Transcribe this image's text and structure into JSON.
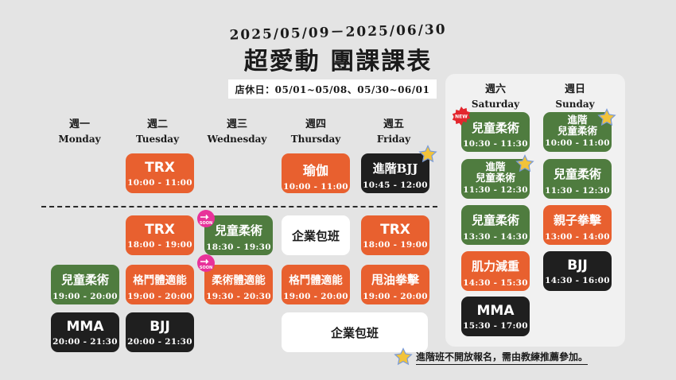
{
  "header": {
    "dates": "2025/05/09－2025/06/30",
    "title": "超愛動 團課課表",
    "closed_notice": "店休日：05/01~05/08、05/30~06/01"
  },
  "days": {
    "mon": {
      "zh": "週一",
      "en": "Monday"
    },
    "tue": {
      "zh": "週二",
      "en": "Tuesday"
    },
    "wed": {
      "zh": "週三",
      "en": "Wednesday"
    },
    "thu": {
      "zh": "週四",
      "en": "Thursday"
    },
    "fri": {
      "zh": "週五",
      "en": "Friday"
    },
    "sat": {
      "zh": "週六",
      "en": "Saturday"
    },
    "sun": {
      "zh": "週日",
      "en": "Sunday"
    }
  },
  "classes": {
    "tue_trx_am": {
      "name": "TRX",
      "time": "10:00 - 11:00"
    },
    "thu_yoga": {
      "name": "瑜伽",
      "time": "10:00 - 11:00"
    },
    "fri_adv_bjj": {
      "name": "進階BJJ",
      "time": "10:45 - 12:00"
    },
    "tue_trx_pm": {
      "name": "TRX",
      "time": "18:00 - 19:00"
    },
    "wed_kids_bjj": {
      "name": "兒童柔術",
      "time": "18:30 - 19:30"
    },
    "thu_corp_1": {
      "name": "企業包班"
    },
    "fri_trx": {
      "name": "TRX",
      "time": "18:00 - 19:00"
    },
    "mon_kids_bjj": {
      "name": "兒童柔術",
      "time": "19:00 - 20:00"
    },
    "tue_mma_fit": {
      "name": "格鬥體適能",
      "time": "19:00 - 20:00"
    },
    "wed_bjj_fit": {
      "name": "柔術體適能",
      "time": "19:30 - 20:30"
    },
    "thu_mma_fit": {
      "name": "格鬥體適能",
      "time": "19:00 - 20:00"
    },
    "fri_fat_box": {
      "name": "甩油拳擊",
      "time": "19:00 - 20:00"
    },
    "mon_mma": {
      "name": "MMA",
      "time": "20:00 - 21:30"
    },
    "tue_bjj": {
      "name": "BJJ",
      "time": "20:00 - 21:30"
    },
    "thu_corp_2": {
      "name": "企業包班"
    },
    "sat_kids_1": {
      "name": "兒童柔術",
      "time": "10:30 - 11:30"
    },
    "sat_adv_kids": {
      "name1": "進階",
      "name2": "兒童柔術",
      "time": "11:30 - 12:30"
    },
    "sat_kids_2": {
      "name": "兒童柔術",
      "time": "13:30 - 14:30"
    },
    "sat_muscle": {
      "name": "肌力減重",
      "time": "14:30 - 15:30"
    },
    "sat_mma": {
      "name": "MMA",
      "time": "15:30 - 17:00"
    },
    "sun_adv_kids": {
      "name1": "進階",
      "name2": "兒童柔術",
      "time": "10:00 - 11:00"
    },
    "sun_kids": {
      "name": "兒童柔術",
      "time": "11:30 - 12:30"
    },
    "sun_family_box": {
      "name": "親子拳擊",
      "time": "13:00 - 14:00"
    },
    "sun_bjj": {
      "name": "BJJ",
      "time": "14:30 - 16:00"
    }
  },
  "badges": {
    "new": "NEW",
    "soon": "SOON"
  },
  "footer": {
    "note": "進階班不開放報名，需由教練推薦參加。"
  },
  "colors": {
    "orange": "#e8602f",
    "green": "#4f7c3f",
    "black": "#1f1f1f",
    "star": "#f2c33a",
    "badge_pink": "#e8329a"
  }
}
